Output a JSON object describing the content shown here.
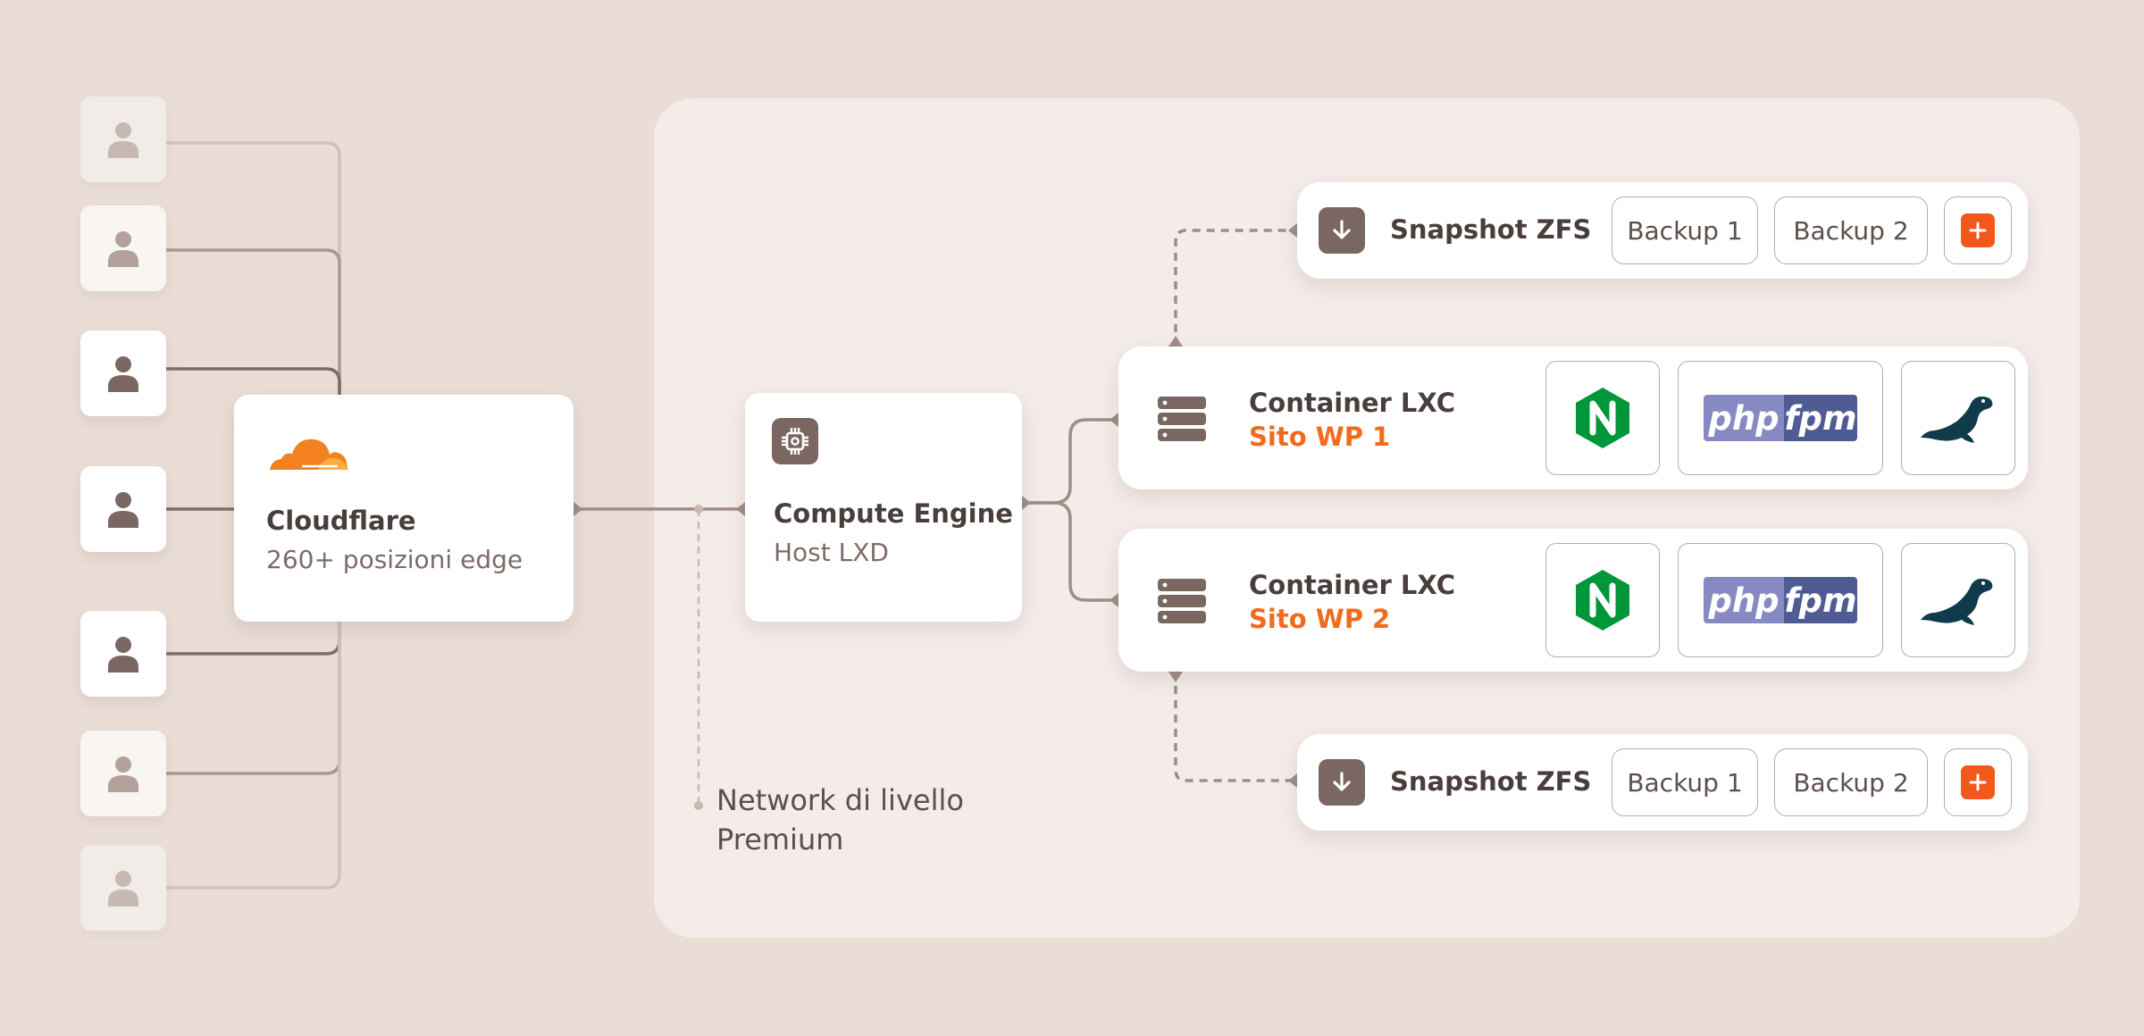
{
  "cloudflare": {
    "title": "Cloudflare",
    "subtitle": "260+ posizioni edge",
    "brand_color": "#f48120",
    "icon": "cloud-icon"
  },
  "compute": {
    "title": "Compute Engine",
    "subtitle": "Host LXD",
    "icon": "chip-icon"
  },
  "network": {
    "line1": "Network di livello",
    "line2": "Premium"
  },
  "containers": [
    {
      "title": "Container LXC",
      "site": "Sito WP 1",
      "icon": "server-icon"
    },
    {
      "title": "Container LXC",
      "site": "Sito WP 2",
      "icon": "server-icon"
    }
  ],
  "stack": {
    "php_left": "php",
    "php_right": "fpm",
    "icons": [
      "nginx-logo",
      "php-fpm-logo",
      "mariadb-logo"
    ]
  },
  "snapshots": [
    {
      "title": "Snapshot ZFS",
      "backup1": "Backup 1",
      "backup2": "Backup 2",
      "icon": "download-icon"
    },
    {
      "title": "Snapshot ZFS",
      "backup1": "Backup 1",
      "backup2": "Backup 2",
      "icon": "download-icon"
    }
  ],
  "colors": {
    "background": "#e9ddd5",
    "panel": "#f4ece9",
    "accent": "#f26b1d",
    "nginx": "#009639",
    "php_light": "#8789c2",
    "php_dark": "#4f5b93",
    "mariadb": "#0f3b4a"
  },
  "users": {
    "count": 7,
    "icon": "user-icon"
  }
}
